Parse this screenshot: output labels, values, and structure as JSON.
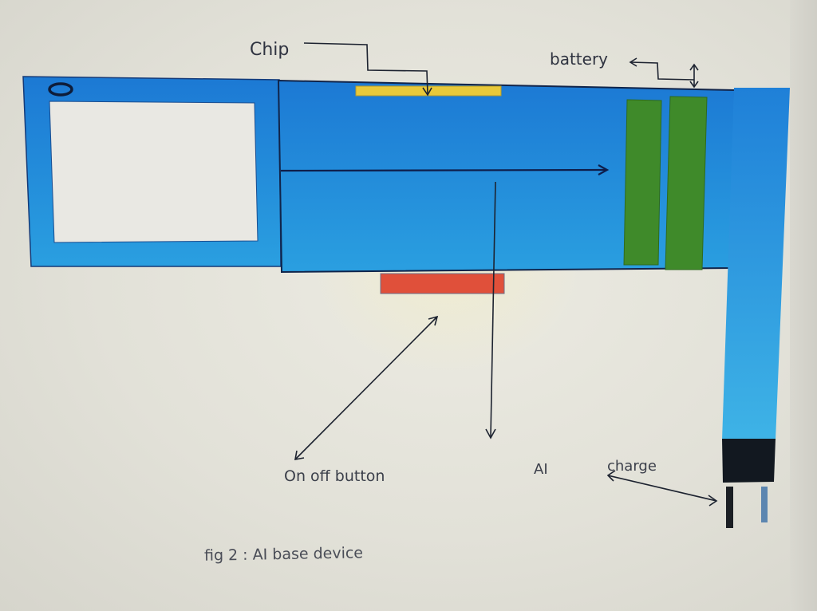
{
  "figure": {
    "caption": "fig 2 : AI base device"
  },
  "labels": {
    "chip": "Chip",
    "battery": "battery",
    "on_off_button": "On off button",
    "ai": "AI",
    "charge": "charge"
  },
  "components": [
    {
      "name": "screen-module",
      "description": "blue frame with white display"
    },
    {
      "name": "main-body",
      "description": "blue main housing"
    },
    {
      "name": "chip",
      "description": "yellow strip"
    },
    {
      "name": "battery",
      "description": "two green cells",
      "count": 2
    },
    {
      "name": "on-off-button",
      "description": "red strip"
    },
    {
      "name": "charger-cable",
      "description": "vertical blue cable with black plug and two pins"
    }
  ],
  "colors": {
    "housing_blue": "#1e7fd6",
    "housing_blue_light": "#2aa3e0",
    "chip_yellow": "#e8c93a",
    "battery_green": "#3f8a2a",
    "button_red": "#e0503a",
    "plug_black": "#121820",
    "outline": "#10244a",
    "display_white": "#e9e8e3"
  }
}
